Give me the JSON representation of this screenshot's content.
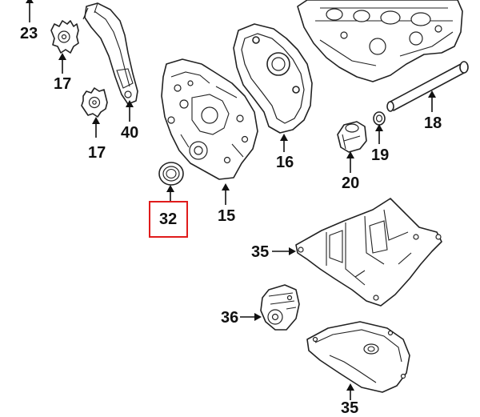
{
  "callouts": {
    "c23": "23",
    "c17a": "17",
    "c17b": "17",
    "c40": "40",
    "c15": "15",
    "c16": "16",
    "c32": "32",
    "c20": "20",
    "c19": "19",
    "c18": "18",
    "c35a": "35",
    "c36": "36",
    "c35b": "35"
  },
  "highlight_color": "#e01b1b",
  "line_color": "#222222",
  "background_color": "#ffffff"
}
